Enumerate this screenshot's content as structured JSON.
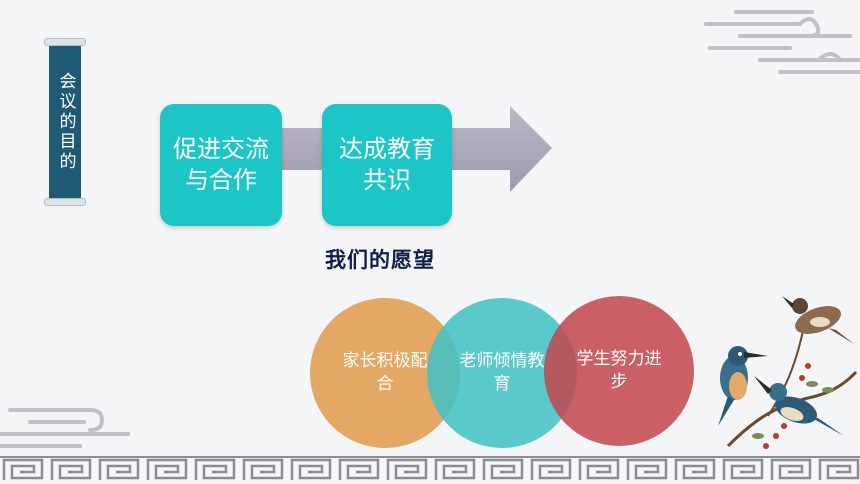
{
  "slide": {
    "section_title": "会议的目的",
    "flow": {
      "step1": "促进交流与合作",
      "step2": "达成教育共识"
    },
    "wish_title": "我们的愿望",
    "circles": [
      {
        "text": "家长积极配合"
      },
      {
        "text": "老师倾情教育"
      },
      {
        "text": "学生努力进步"
      }
    ]
  },
  "colors": {
    "teal_box": "#1cc6c7",
    "arrow_gray": "#a8a8b8",
    "scroll_blue": "#1f5a75",
    "circle_orange": "#e2a058",
    "circle_teal": "#3fc1c4",
    "circle_red": "#c4464e",
    "title_navy": "#0f1e4a"
  },
  "icons": [
    "cloud-pattern-decoration",
    "greek-key-border",
    "kingfisher-birds-illustration"
  ]
}
